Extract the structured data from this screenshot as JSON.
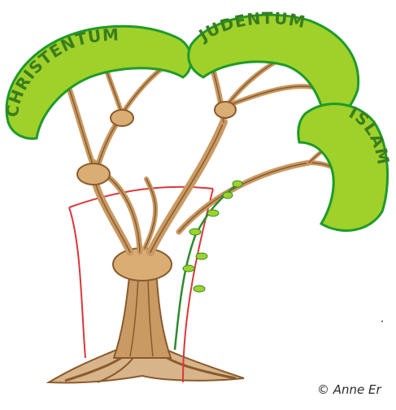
{
  "illustration": {
    "crowns": {
      "christentum": "CHRISTENTUM",
      "judentum": "JUDENTUM",
      "islam": "ISLAM"
    },
    "credit": "© Anne Er"
  },
  "colors": {
    "leaf_fill": "#9fd12a",
    "leaf_outline": "#1f9a2a",
    "trunk": "#c99a63",
    "trunk_shadow": "#8a5a2c",
    "root_ground": "#b88a5c",
    "red_frame": "#d8383a",
    "vine": "#2e8b2e"
  }
}
